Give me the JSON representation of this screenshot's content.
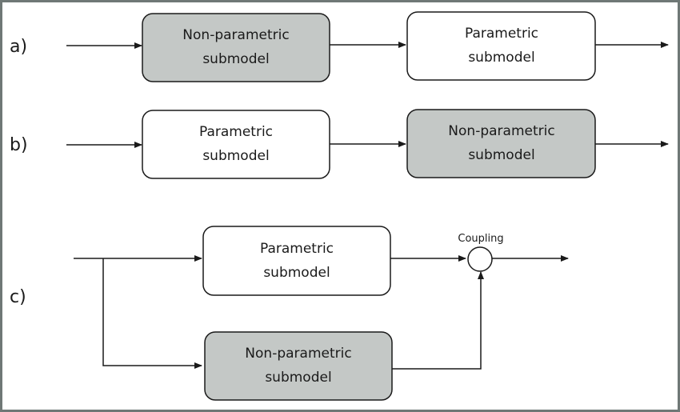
{
  "rows": [
    {
      "label": "a)",
      "first_box": [
        "Non-parametric",
        "submodel"
      ],
      "second_box": [
        "Parametric",
        "submodel"
      ]
    },
    {
      "label": "b)",
      "first_box": [
        "Parametric",
        "submodel"
      ],
      "second_box": [
        "Non-parametric",
        "submodel"
      ]
    },
    {
      "label": "c)",
      "top_box": [
        "Parametric",
        "submodel"
      ],
      "bottom_box": [
        "Non-parametric",
        "submodel"
      ],
      "junction_label": "Coupling"
    }
  ],
  "colors": {
    "non_parametric_fill": "#c4c8c6",
    "parametric_fill": "#ffffff",
    "stroke": "#1a1a1a",
    "frame": "#6f7876"
  }
}
